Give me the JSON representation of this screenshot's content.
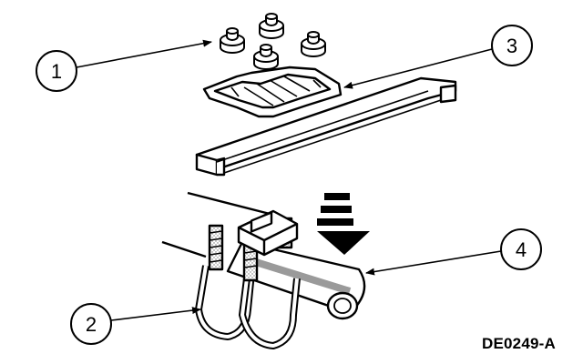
{
  "figure": {
    "id_label": "DE0249-A"
  },
  "callouts": [
    {
      "number": "1",
      "part": "nuts"
    },
    {
      "number": "2",
      "part": "u-bolt"
    },
    {
      "number": "3",
      "part": "mounting-bracket-rail"
    },
    {
      "number": "4",
      "part": "exhaust-pipe"
    }
  ],
  "colors": {
    "ink": "#000000",
    "paper": "#ffffff",
    "pipe_shade": "#9a9a9a"
  },
  "icons": {
    "install_direction": "arrow-down-icon"
  }
}
